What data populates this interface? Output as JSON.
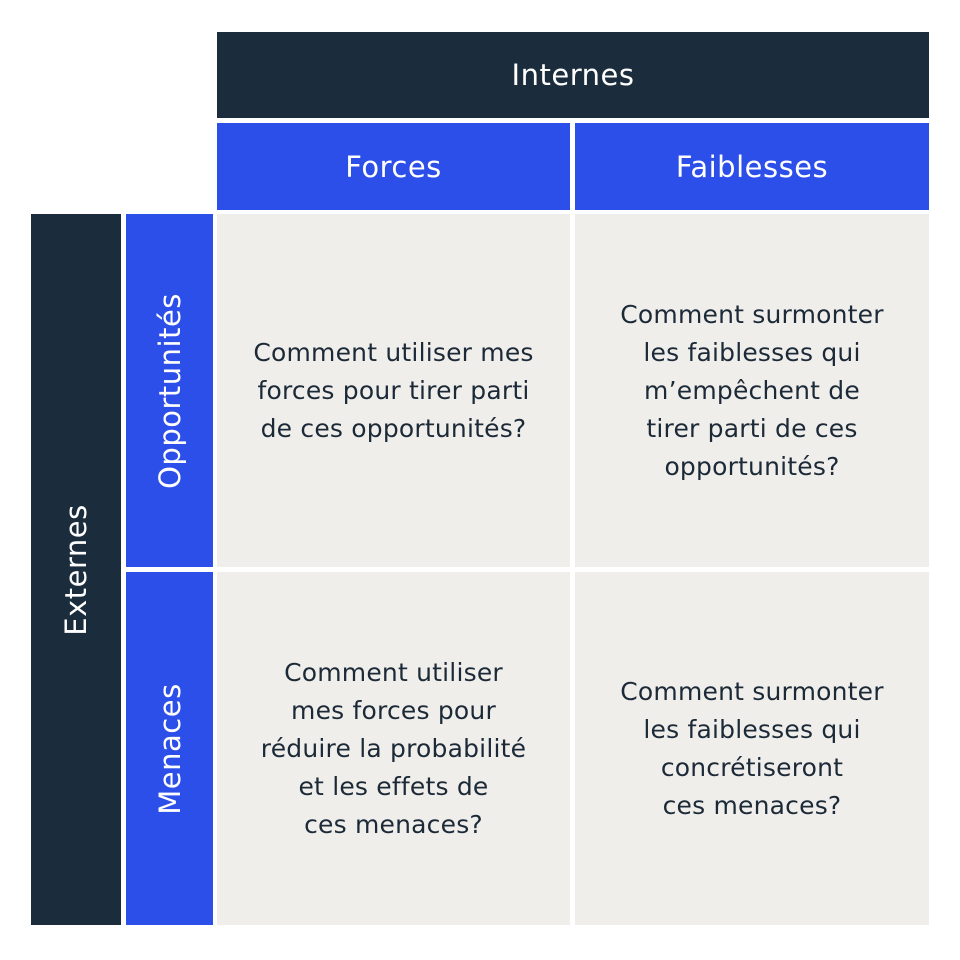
{
  "internal": {
    "label": "Internes"
  },
  "external": {
    "label": "Externes"
  },
  "columns": [
    {
      "label": "Forces"
    },
    {
      "label": "Faiblesses"
    }
  ],
  "rows": [
    {
      "label": "Opportunités"
    },
    {
      "label": "Menaces"
    }
  ],
  "cells": {
    "strengths_opportunities": "Comment utiliser mes\nforces pour tirer parti\nde ces opportunités?",
    "weaknesses_opportunities": "Comment surmonter\nles faiblesses qui\nm’empêchent de\ntirer parti de ces\nopportunités?",
    "strengths_threats": "Comment utiliser\nmes forces pour\nréduire la probabilité\net les effets de\nces menaces?",
    "weaknesses_threats": "Comment surmonter\nles faiblesses qui\nconcrétiseront\nces menaces?"
  },
  "colors": {
    "dark": "#1b2d3c",
    "blue": "#2d4fe9",
    "cell": "#f0eeeb"
  }
}
